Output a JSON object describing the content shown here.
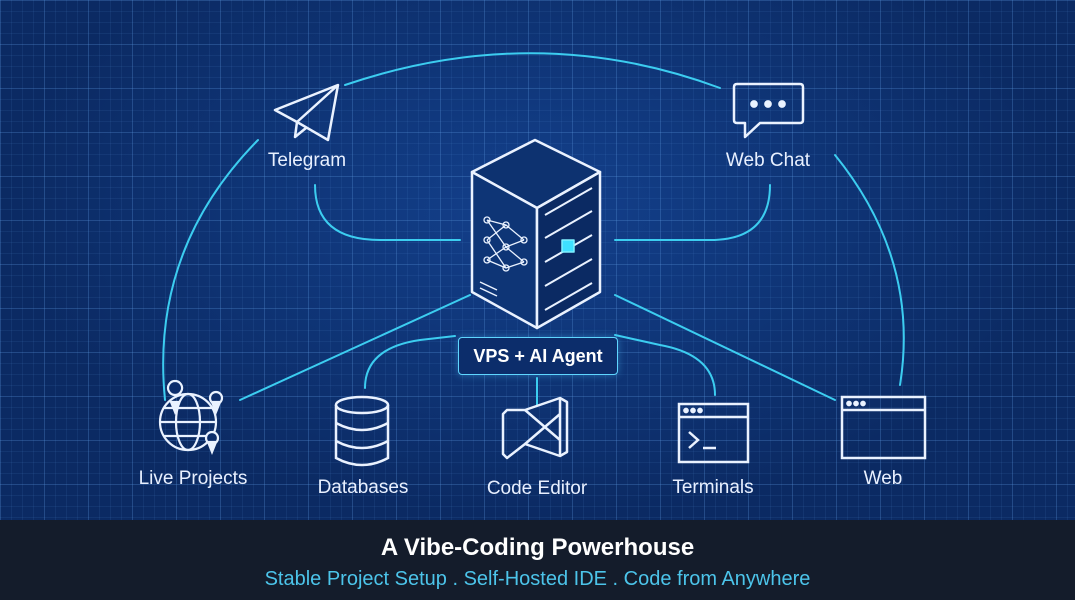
{
  "nodes": {
    "telegram": {
      "label": "Telegram",
      "icon": "telegram-plane-icon"
    },
    "web_chat": {
      "label": "Web Chat",
      "icon": "chat-bubble-icon"
    },
    "live_projects": {
      "label": "Live Projects",
      "icon": "globe-pins-icon"
    },
    "databases": {
      "label": "Databases",
      "icon": "database-icon"
    },
    "code_editor": {
      "label": "Code Editor",
      "icon": "code-editor-icon"
    },
    "terminals": {
      "label": "Terminals",
      "icon": "terminal-icon"
    },
    "web": {
      "label": "Web",
      "icon": "browser-window-icon"
    }
  },
  "center": {
    "label": "VPS + AI Agent",
    "icon": "server-ai-icon"
  },
  "footer": {
    "title": "A Vibe-Coding Powerhouse",
    "subtitle": "Stable Project Setup . Self-Hosted IDE . Code from Anywhere"
  },
  "colors": {
    "background": "#0c2d6b",
    "grid": "#5a96dc",
    "connector": "#3ccdf0",
    "icon_stroke": "#eaf2ff",
    "footer_bg": "#141c2b",
    "footer_subtitle": "#4cc4ea"
  }
}
